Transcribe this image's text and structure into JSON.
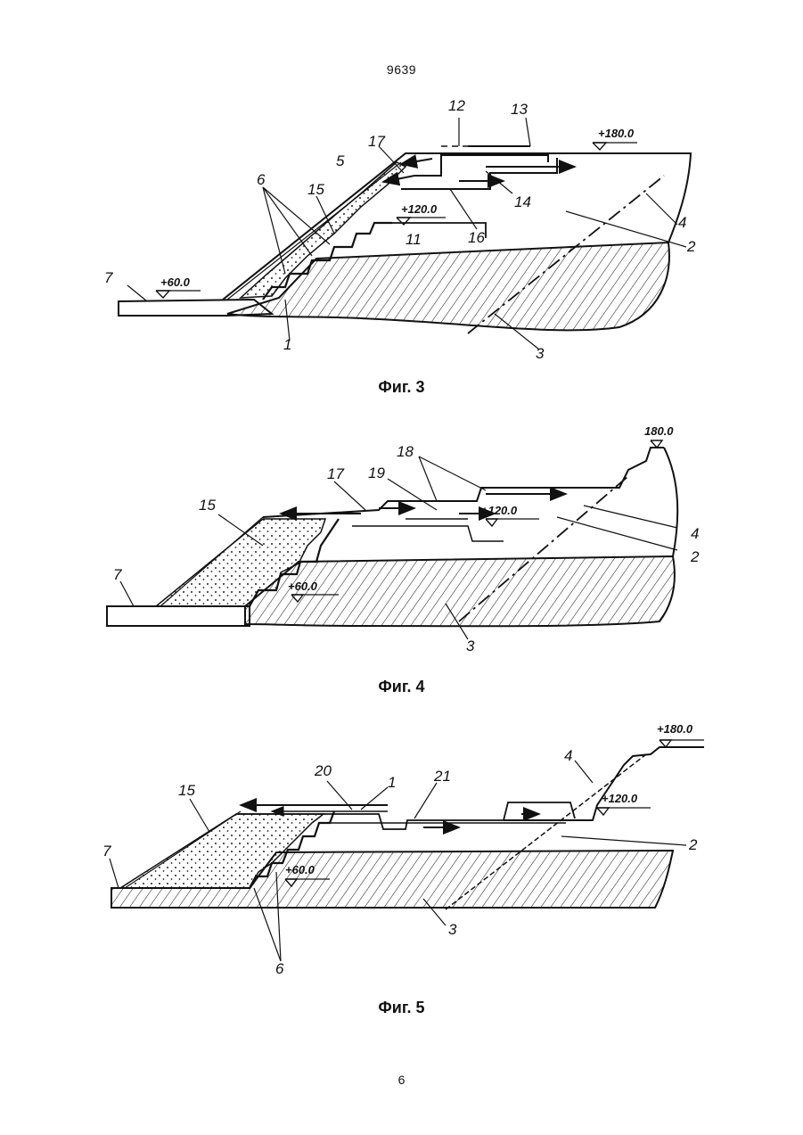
{
  "header": {
    "doc_number": "9639"
  },
  "footer": {
    "page_number": "6"
  },
  "figures": [
    {
      "caption": "Фиг. 3",
      "elevations": [
        "+180.0",
        "+120.0",
        "+60.0"
      ],
      "labels": [
        "7",
        "6",
        "15",
        "5",
        "17",
        "12",
        "13",
        "14",
        "16",
        "11",
        "4",
        "2",
        "3",
        "1"
      ]
    },
    {
      "caption": "Фиг. 4",
      "elevations": [
        "180.0",
        "+120.0",
        "+60.0"
      ],
      "labels": [
        "7",
        "15",
        "17",
        "19",
        "18",
        "4",
        "2",
        "3"
      ]
    },
    {
      "caption": "Фиг. 5",
      "elevations": [
        "+180.0",
        "+120.0",
        "+60.0"
      ],
      "labels": [
        "7",
        "15",
        "20",
        "1",
        "21",
        "4",
        "2",
        "3",
        "6"
      ]
    }
  ]
}
